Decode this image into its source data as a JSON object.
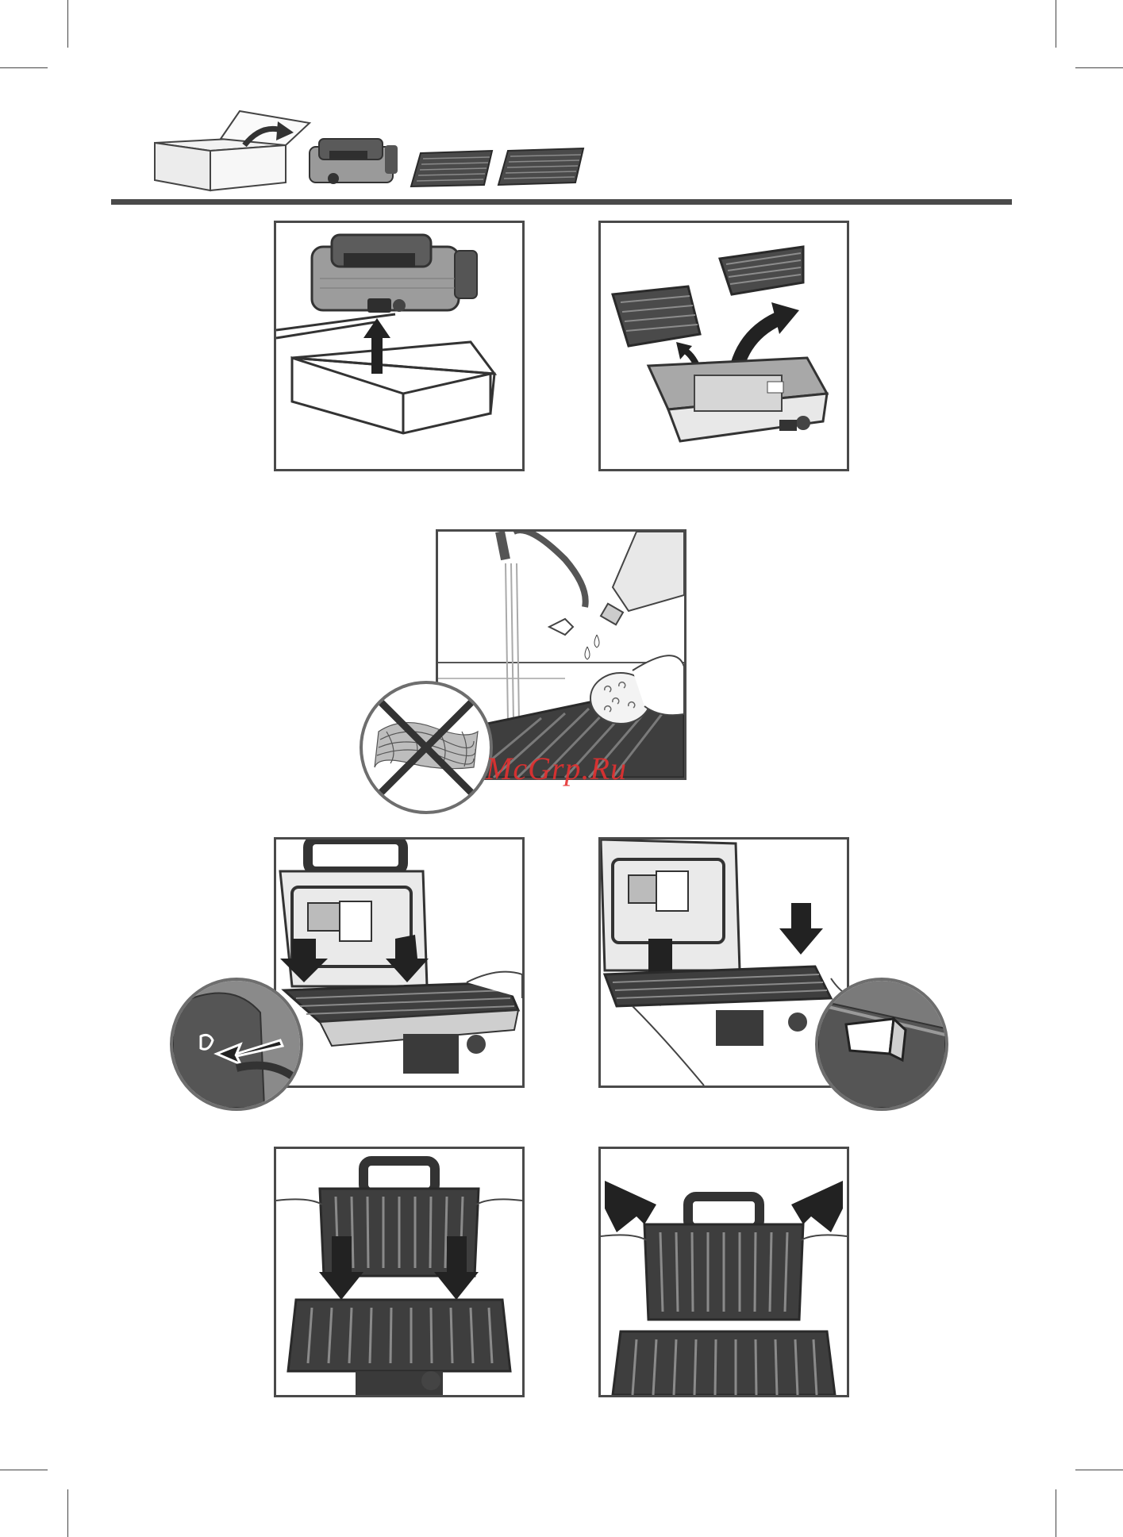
{
  "watermark": {
    "text": "McGrp.Ru"
  },
  "figures": [
    {
      "name": "unpacking",
      "icon": "box-with-grill-and-plates"
    },
    {
      "name": "lift-grill-from-box",
      "icon": "grill-lifted-from-box"
    },
    {
      "name": "remove-plates",
      "icon": "plates-removed-from-grill"
    },
    {
      "name": "wash-plates",
      "icon": "plate-washed-under-tap"
    },
    {
      "name": "no-abrasive-sponge",
      "icon": "prohibited-steel-wool"
    },
    {
      "name": "release-plate-clips",
      "icon": "upper-plate-release"
    },
    {
      "name": "insert-lower-plate",
      "icon": "lower-plate-insert"
    },
    {
      "name": "fit-upper-plate",
      "icon": "upper-plate-fit"
    },
    {
      "name": "lock-upper-plate",
      "icon": "upper-plate-lock"
    }
  ]
}
